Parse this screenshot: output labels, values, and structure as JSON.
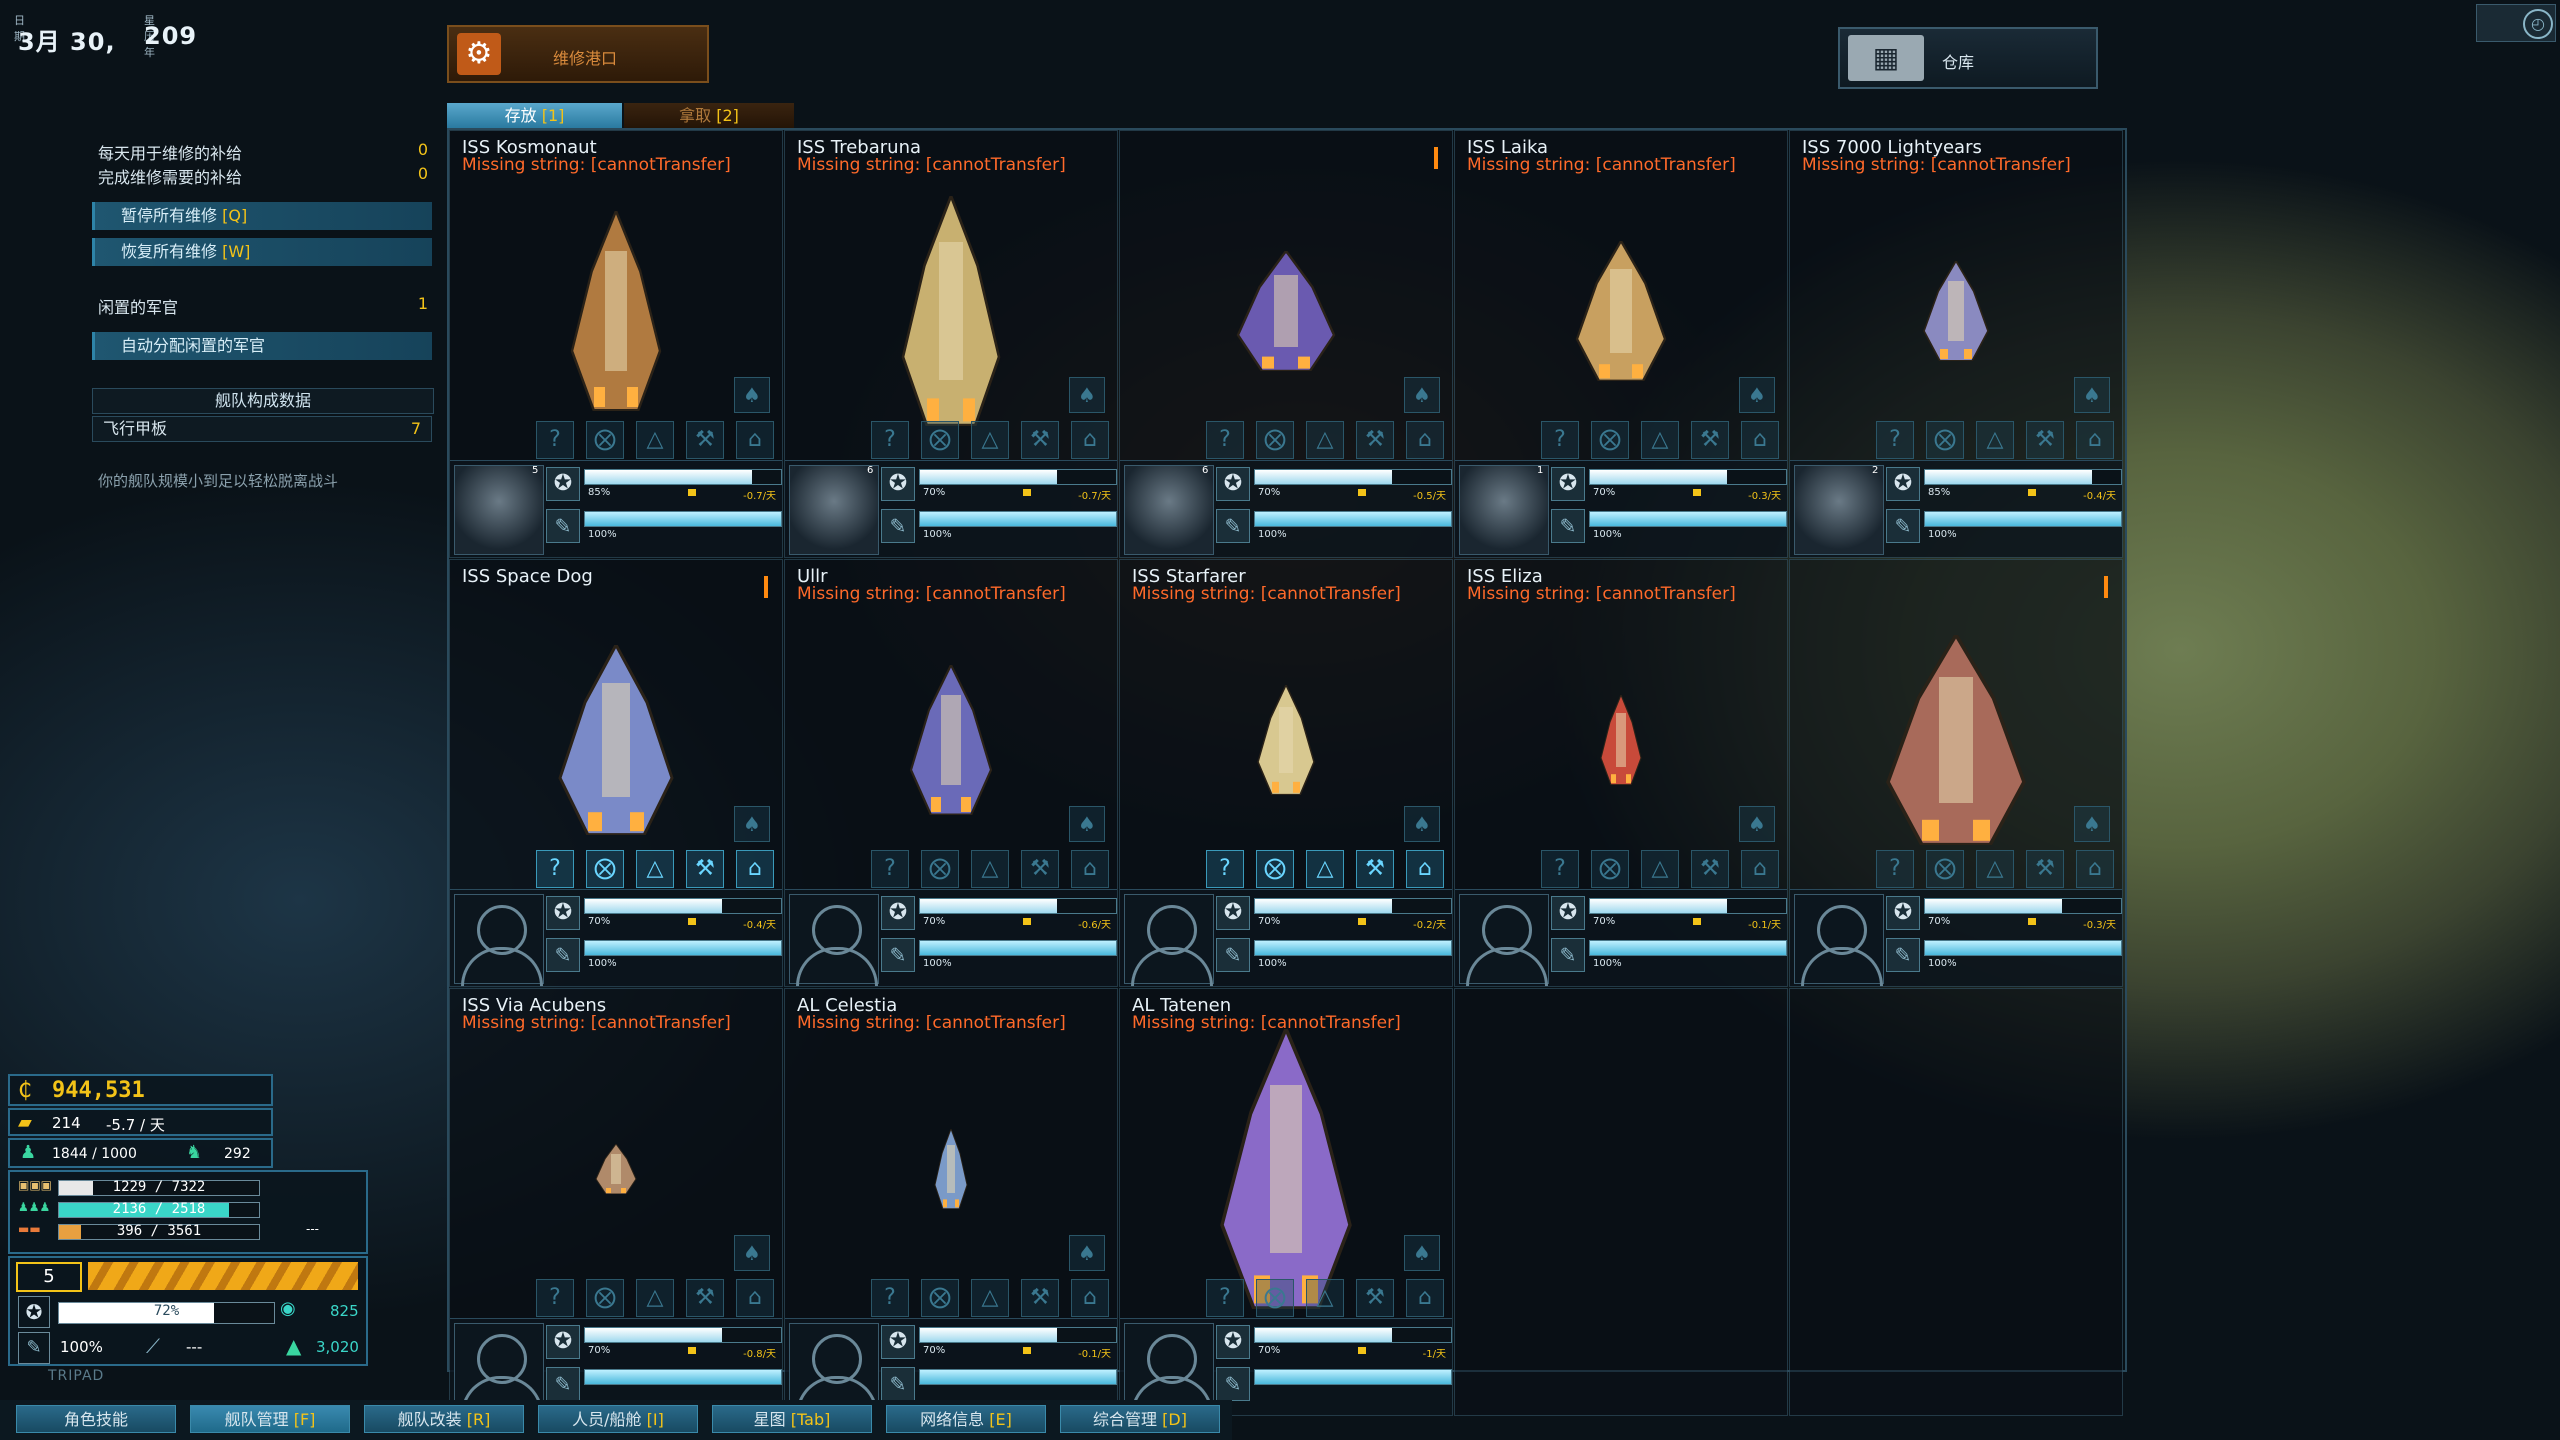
{
  "date": {
    "label_date": "日期",
    "value_date": "3月 30,",
    "label_calendar": "星历年",
    "value_year": "209"
  },
  "left_panel": {
    "supply_daily_label": "每天用于维修的补给",
    "supply_daily_value": "0",
    "supply_total_label": "完成维修需要的补给",
    "supply_total_value": "0",
    "pause_repair_label": "暂停所有维修",
    "pause_repair_key": "[Q]",
    "resume_repair_label": "恢复所有维修",
    "resume_repair_key": "[W]",
    "idle_officer_label": "闲置的军官",
    "idle_officer_value": "1",
    "auto_assign_label": "自动分配闲置的军官",
    "fleet_comp_header": "舰队构成数据",
    "flight_deck_label": "飞行甲板",
    "flight_deck_value": "7",
    "hint_text": "你的舰队规模小到足以轻松脱离战斗"
  },
  "top": {
    "repair_dock_label": "维修港口",
    "storage_label": "仓库"
  },
  "tabs": [
    {
      "label": "存放",
      "key": "[1]",
      "active": true
    },
    {
      "label": "拿取",
      "key": "[2]",
      "active": false
    }
  ],
  "missing_text": "Missing string: [cannotTransfer]",
  "ships": [
    {
      "name": "ISS Kosmonaut",
      "missing": true,
      "flag": false,
      "crewed": true,
      "level": "5",
      "bar1_pct": 85,
      "bar1_text": "85%",
      "rate": "-0.7/天",
      "bar2_pct": 100,
      "bar2_text": "100%",
      "color": "#b07a40"
    },
    {
      "name": "ISS Trebaruna",
      "missing": true,
      "flag": false,
      "crewed": true,
      "level": "6",
      "bar1_pct": 70,
      "bar1_text": "70%",
      "rate": "-0.7/天",
      "bar2_pct": 100,
      "bar2_text": "100%",
      "color": "#c8b070"
    },
    {
      "name": "",
      "missing": false,
      "flag": true,
      "crewed": true,
      "level": "6",
      "bar1_pct": 70,
      "bar1_text": "70%",
      "rate": "-0.5/天",
      "bar2_pct": 100,
      "bar2_text": "100%",
      "color": "#6a5ab0"
    },
    {
      "name": "ISS Laika",
      "missing": true,
      "flag": false,
      "crewed": true,
      "level": "1",
      "bar1_pct": 70,
      "bar1_text": "70%",
      "rate": "-0.3/天",
      "bar2_pct": 100,
      "bar2_text": "100%",
      "color": "#c8a060"
    },
    {
      "name": "ISS 7000 Lightyears",
      "missing": true,
      "flag": false,
      "crewed": true,
      "level": "2",
      "bar1_pct": 85,
      "bar1_text": "85%",
      "rate": "-0.4/天",
      "bar2_pct": 100,
      "bar2_text": "100%",
      "color": "#8a8ac0"
    },
    {
      "name": "ISS Space Dog",
      "missing": false,
      "flag": true,
      "crewed": false,
      "level": "",
      "bar1_pct": 70,
      "bar1_text": "70%",
      "rate": "-0.4/天",
      "bar2_pct": 100,
      "bar2_text": "100%",
      "color": "#7a8ac8"
    },
    {
      "name": "Ullr",
      "missing": true,
      "flag": false,
      "crewed": false,
      "level": "",
      "bar1_pct": 70,
      "bar1_text": "70%",
      "rate": "-0.6/天",
      "bar2_pct": 100,
      "bar2_text": "100%",
      "color": "#6a6ab8"
    },
    {
      "name": "ISS Starfarer",
      "missing": true,
      "flag": false,
      "crewed": false,
      "level": "",
      "bar1_pct": 70,
      "bar1_text": "70%",
      "rate": "-0.2/天",
      "bar2_pct": 100,
      "bar2_text": "100%",
      "color": "#d8c890"
    },
    {
      "name": "ISS Eliza",
      "missing": true,
      "flag": false,
      "crewed": false,
      "level": "",
      "bar1_pct": 70,
      "bar1_text": "70%",
      "rate": "-0.1/天",
      "bar2_pct": 100,
      "bar2_text": "100%",
      "color": "#c84a3a"
    },
    {
      "name": "",
      "missing": false,
      "flag": true,
      "crewed": false,
      "level": "",
      "bar1_pct": 70,
      "bar1_text": "70%",
      "rate": "-0.3/天",
      "bar2_pct": 100,
      "bar2_text": "100%",
      "color": "#a86a5a"
    },
    {
      "name": "ISS Via Acubens",
      "missing": true,
      "flag": false,
      "crewed": false,
      "level": "",
      "bar1_pct": 70,
      "bar1_text": "70%",
      "rate": "-0.8/天",
      "bar2_pct": 100,
      "bar2_text": "",
      "color": "#b08a6a"
    },
    {
      "name": "AL Celestia",
      "missing": true,
      "flag": false,
      "crewed": false,
      "level": "",
      "bar1_pct": 70,
      "bar1_text": "70%",
      "rate": "-0.1/天",
      "bar2_pct": 100,
      "bar2_text": "",
      "color": "#7a9ac8"
    },
    {
      "name": "AL Tatenen",
      "missing": true,
      "flag": false,
      "crewed": false,
      "level": "",
      "bar1_pct": 70,
      "bar1_text": "70%",
      "rate": "-1/天",
      "bar2_pct": 100,
      "bar2_text": "",
      "color": "#8a6ac8"
    }
  ],
  "stats": {
    "credits": "944,531",
    "fuel": "214",
    "fuel_rate": "-5.7 / 天",
    "crew": "1844 / 1000",
    "crew_extra": "292",
    "cargo_text": "1229 / 7322",
    "cargo_pct": 17,
    "supply_text": "2136 / 2518",
    "supply_pct": 85,
    "fuel2_text": "396 / 3561",
    "fuel2_pct": 11,
    "fuel2_extra": "---",
    "burn": "5",
    "cr_text": "72%",
    "cr_pct": 72,
    "sensor": "825",
    "repair": "100%",
    "repair_extra": "---",
    "profile": "3,020",
    "tripad": "TRIPAD"
  },
  "bottom_bar": [
    {
      "label": "角色技能",
      "key": ""
    },
    {
      "label": "舰队管理",
      "key": "[F]"
    },
    {
      "label": "舰队改装",
      "key": "[R]"
    },
    {
      "label": "人员/船舱",
      "key": "[I]"
    },
    {
      "label": "星图",
      "key": "[Tab]"
    },
    {
      "label": "网络信息",
      "key": "[E]"
    },
    {
      "label": "综合管理",
      "key": "[D]"
    }
  ],
  "colors": {
    "accent": "#2a6a8a",
    "highlight": "#f3c318",
    "warning": "#ff6a2a"
  },
  "icons": [
    "gear-icon",
    "storage-crates-icon",
    "star-icon",
    "wrench-icon",
    "credits-icon",
    "fuel-icon",
    "crew-icon",
    "sensor-icon",
    "profile-icon"
  ]
}
